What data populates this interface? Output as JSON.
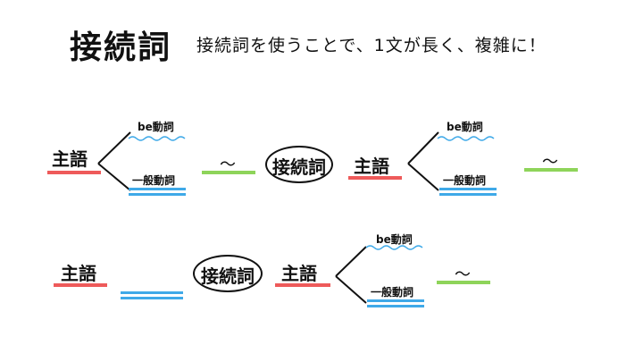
{
  "title": "接続詞",
  "subtitle": "接続詞を使うことで、1文が長く、複雑に！",
  "labels": {
    "subject": "主語",
    "be_verb": "be動詞",
    "general_verb": "一般動詞",
    "conjunction": "接続詞",
    "tilde": "～"
  },
  "colors": {
    "subject_underline": "#ee5a5a",
    "complement_underline": "#8ed45a",
    "verb_underline": "#3fa9e8"
  }
}
